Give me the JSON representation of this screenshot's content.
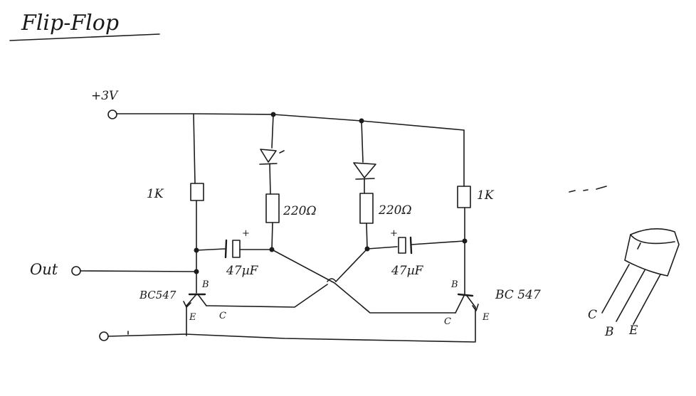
{
  "title": "Flip-Flop",
  "supply_label": "+3V",
  "output_label": "Out",
  "resistors": {
    "left_collector": "1K",
    "right_collector": "1K",
    "left_led_series": "220Ω",
    "right_led_series": "220Ω"
  },
  "capacitors": {
    "left": "47µF",
    "right": "47µF",
    "polarity_mark": "+"
  },
  "transistors": {
    "left": "BC547",
    "right": "BC 547"
  },
  "pins": {
    "base": "B",
    "collector": "C",
    "emitter": "E"
  }
}
